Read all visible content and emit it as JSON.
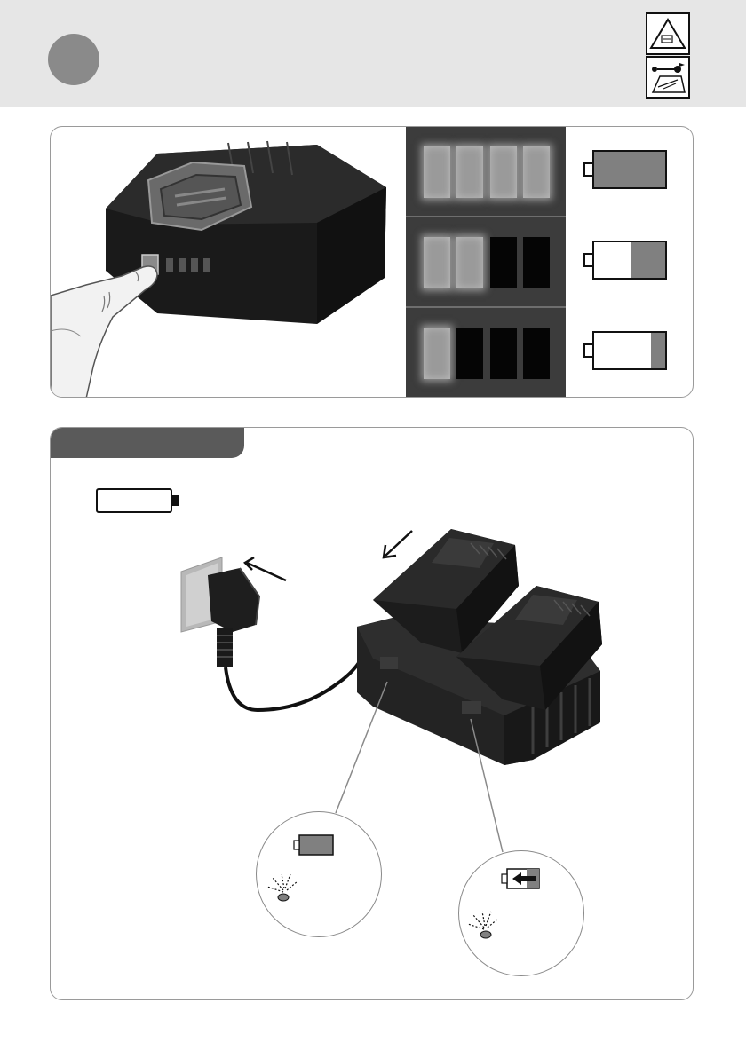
{
  "header": {
    "step_number": "",
    "safety_icons": [
      "warning-read-manual-icon",
      "remove-key-and-read-manual-icon"
    ]
  },
  "battery_check": {
    "button_hint": "press-indicator-button",
    "levels": [
      {
        "leds_on": 4,
        "leds_total": 4,
        "charge_fraction": 1.0
      },
      {
        "leds_on": 2,
        "leds_total": 4,
        "charge_fraction": 0.5
      },
      {
        "leds_on": 1,
        "leds_total": 4,
        "charge_fraction": 0.25
      }
    ]
  },
  "charging": {
    "section_title": "",
    "callouts": [
      {
        "name": "slot-1-charged-indicator",
        "state": "fully-charged",
        "charge_fraction": 1.0
      },
      {
        "name": "slot-2-charging-indicator",
        "state": "charging",
        "charge_fraction": 0.3
      }
    ]
  },
  "colors": {
    "header_bg": "#e6e6e6",
    "accent_grey": "#808080",
    "led_panel_bg": "#3c3c3c",
    "tab_bg": "#5a5a5a"
  }
}
